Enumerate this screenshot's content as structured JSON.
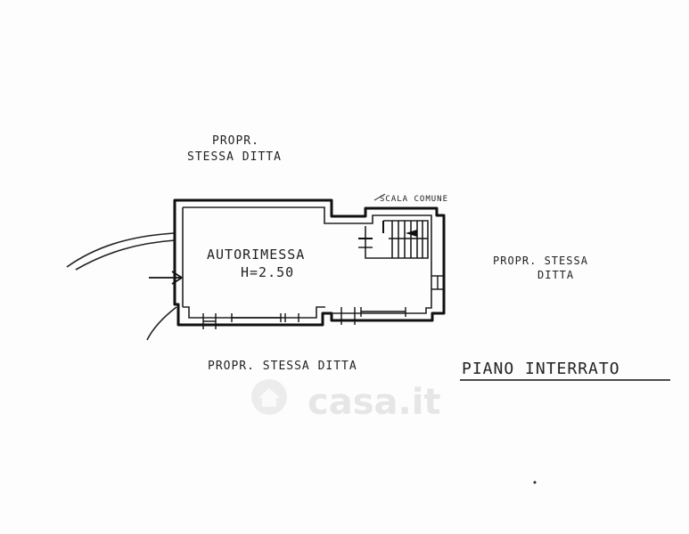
{
  "labels": {
    "prop_top_line1": "PROPR.",
    "prop_top_line2": "STESSA DITTA",
    "scala_comune": "SCALA COMUNE",
    "room_name": "AUTORIMESSA",
    "room_height": "H=2.50",
    "prop_right_line1": "PROPR. STESSA",
    "prop_right_line2": "DITTA",
    "prop_bottom": "PROPR. STESSA DITTA",
    "floor_title": "PIANO INTERRATO"
  },
  "watermark": {
    "text": "casa.it",
    "icon": "house-icon"
  },
  "colors": {
    "ink": "#111111",
    "paper": "#fdfdfd",
    "watermark": "#e6e6e6"
  }
}
